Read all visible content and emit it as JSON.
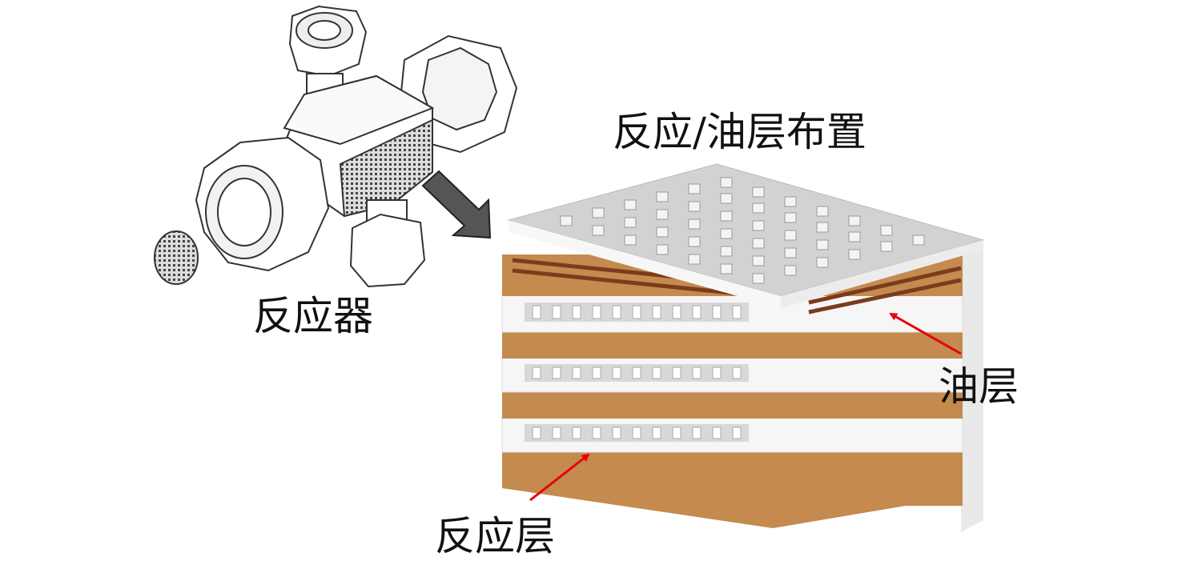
{
  "labels": {
    "reactor": "反应器",
    "layout": "反应/油层布置",
    "oil_layer": "油层",
    "reaction_layer": "反应层"
  },
  "colors": {
    "oil_layer": "#c48a4e",
    "oil_layer_dark": "#7a3c1c",
    "reaction_layer": "#f6f6f6",
    "channel": "#bdbdbd",
    "arrow_big": "#555555",
    "arrow_red": "#e8000b"
  }
}
